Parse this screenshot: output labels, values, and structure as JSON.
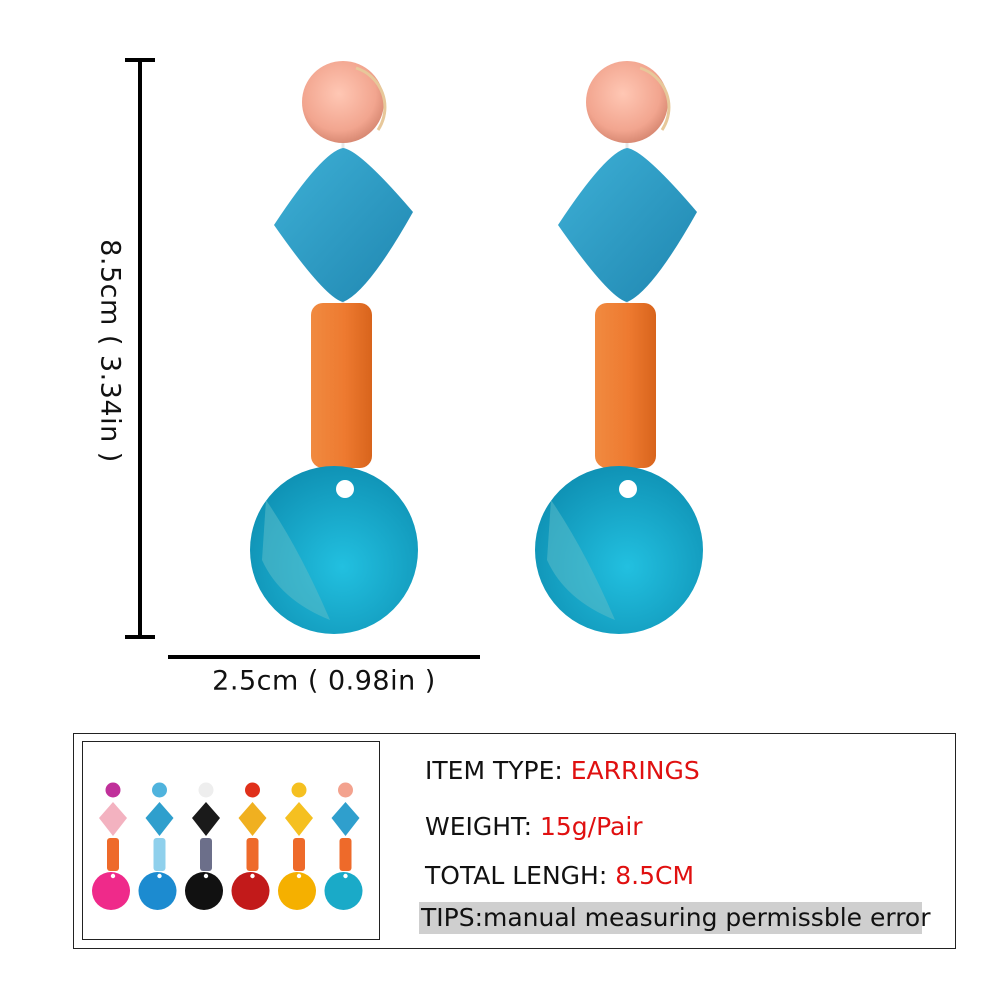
{
  "dimensions": {
    "height_label": "8.5cm ( 3.34in )",
    "width_label": "2.5cm ( 0.98in )"
  },
  "specs": {
    "item_type_key": "ITEM TYPE:",
    "item_type_value": "EARRINGS",
    "weight_key": "WEIGHT:",
    "weight_value": "15g/Pair",
    "length_key": "TOTAL LENGH:",
    "length_value": "8.5CM",
    "tips": "TIPS:manual measuring permissble error"
  },
  "colors": {
    "stud": "#f2a58f",
    "diamond_bead": "#2b9cc4",
    "tube_bead": "#ee7a30",
    "disc": "#18a9c9",
    "value_text": "#e01010",
    "tips_background": "#cfcfcf"
  },
  "variants": [
    {
      "stud": "#c0309a",
      "diamond": "#f3b2c0",
      "tube": "#ee6a2a",
      "disc": "#ef2a8a"
    },
    {
      "stud": "#4fb3dd",
      "diamond": "#2f9fcd",
      "tube": "#8fd0ec",
      "disc": "#1c8bd0"
    },
    {
      "stud": "#eeeeee",
      "diamond": "#1a1a1a",
      "tube": "#6c6f8a",
      "disc": "#111111"
    },
    {
      "stud": "#e0301a",
      "diamond": "#f0b020",
      "tube": "#ee6a2a",
      "disc": "#c21a1a"
    },
    {
      "stud": "#f5c020",
      "diamond": "#f5c020",
      "tube": "#ee6a2a",
      "disc": "#f5b000"
    },
    {
      "stud": "#f3a28e",
      "diamond": "#2f9fcd",
      "tube": "#ee6a2a",
      "disc": "#1aaac8"
    }
  ]
}
